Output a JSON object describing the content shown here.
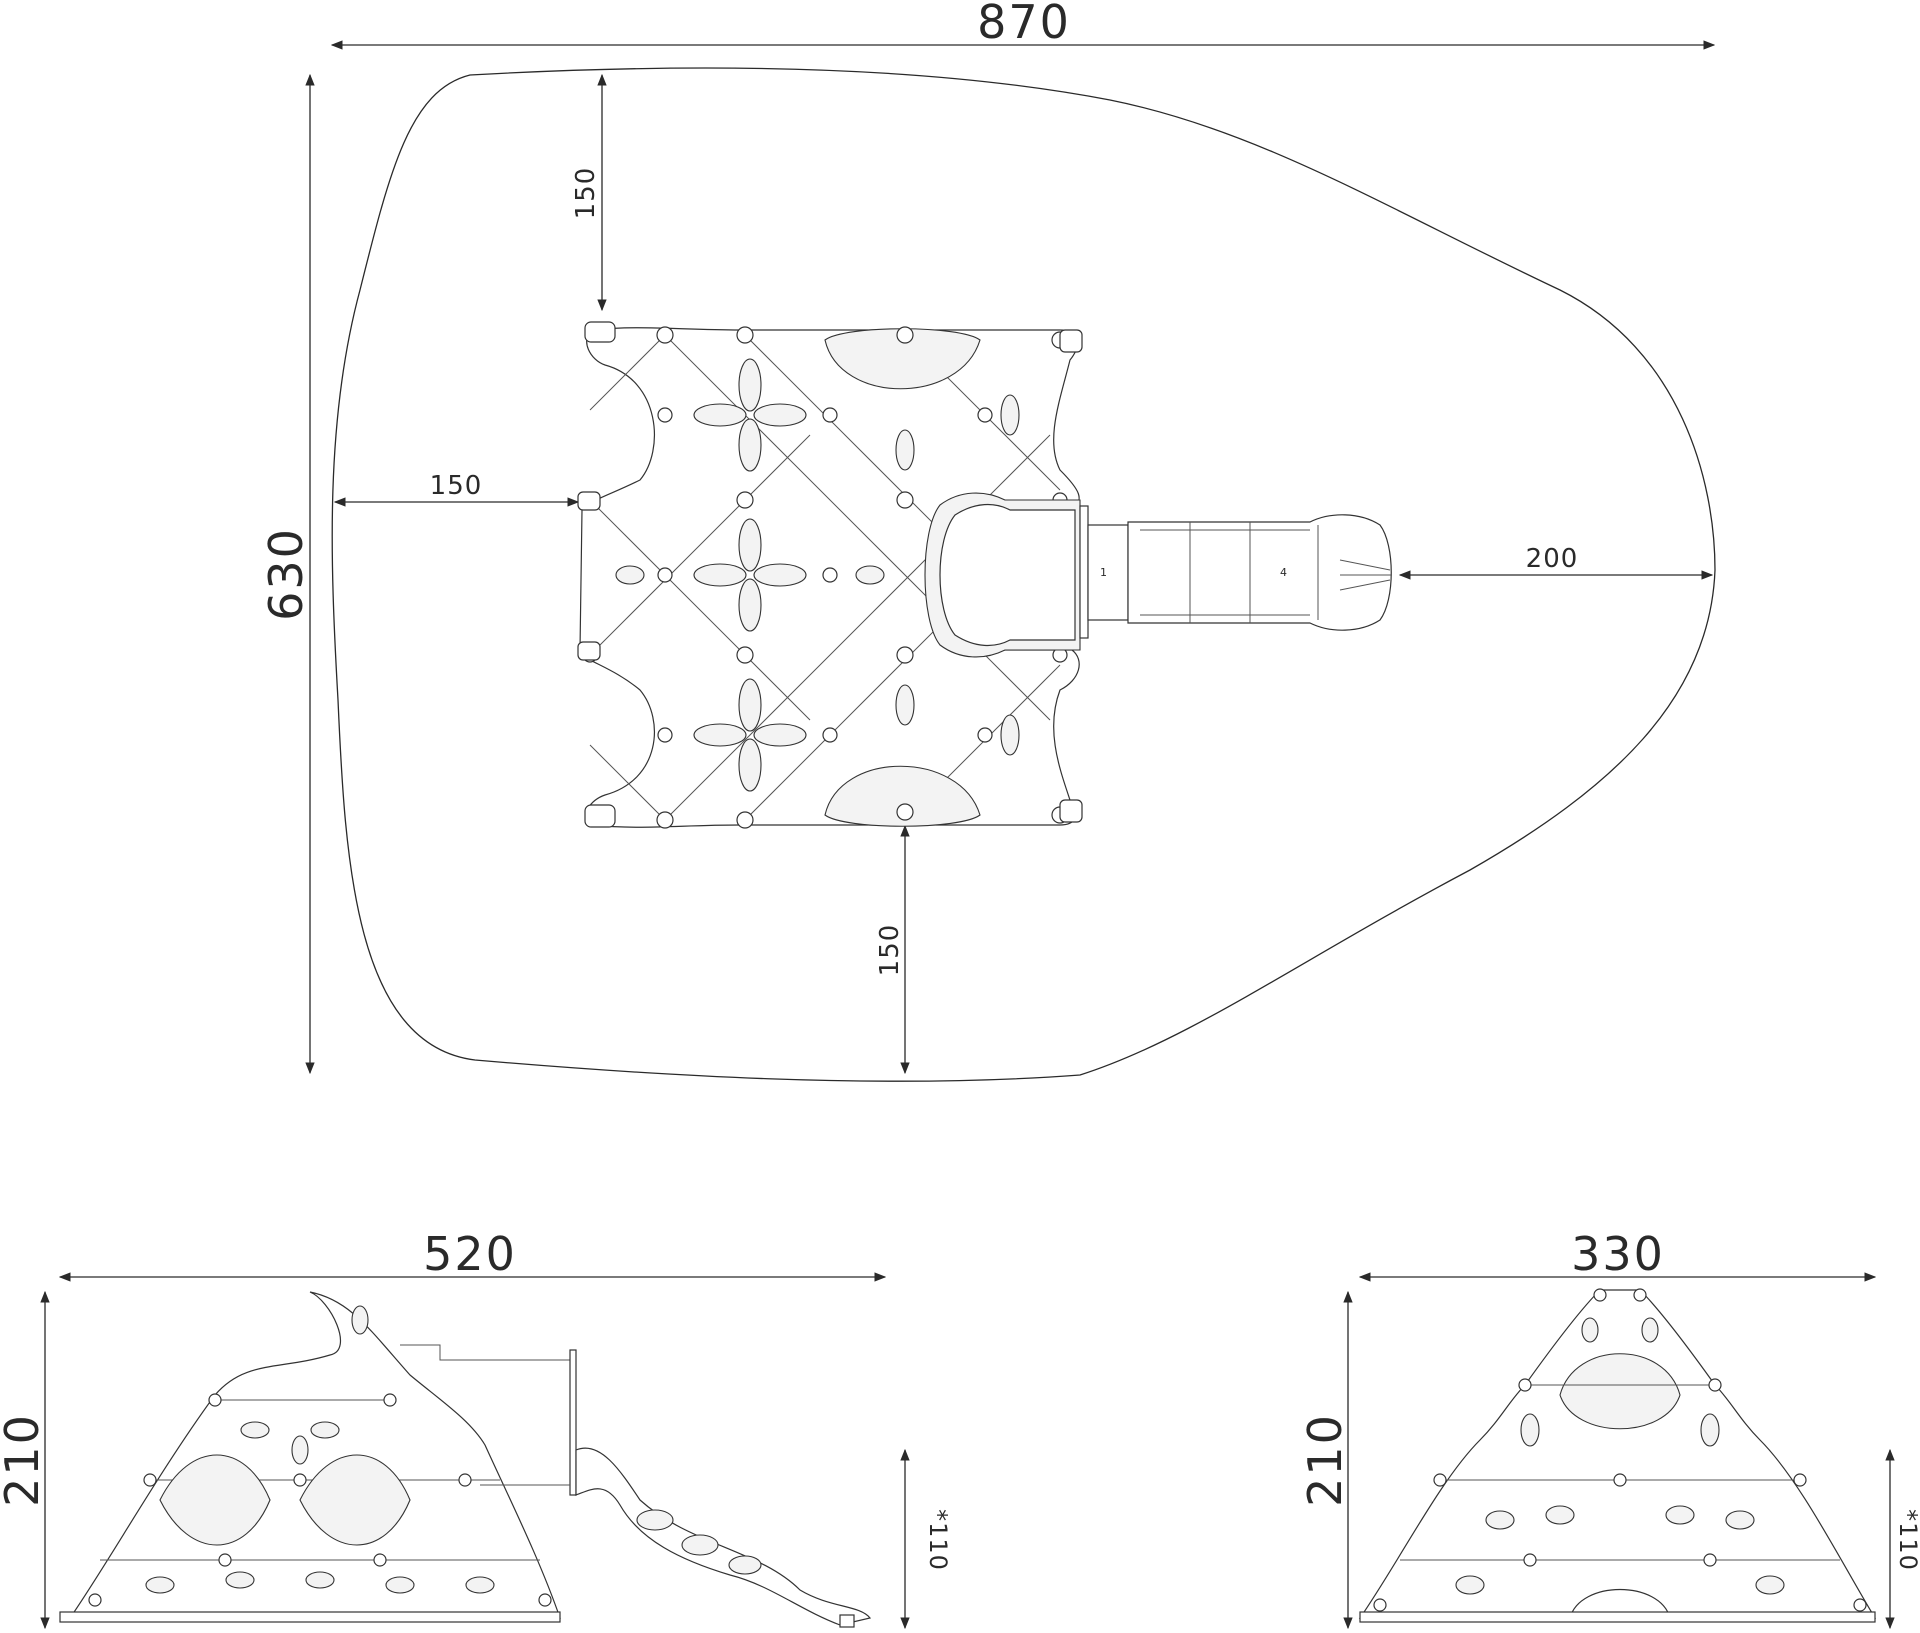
{
  "dimensions": {
    "top_width": "870",
    "top_height": "630",
    "clear_top": "150",
    "clear_left": "150",
    "clear_bottom": "150",
    "clear_right": "200",
    "side_width": "520",
    "side_height": "210",
    "side_fall": "*110",
    "front_width": "330",
    "front_height": "210",
    "front_fall": "*110"
  },
  "slide_labels": {
    "start": "1",
    "end": "4"
  },
  "colors": {
    "line": "#2a2a2a",
    "background": "#ffffff"
  }
}
